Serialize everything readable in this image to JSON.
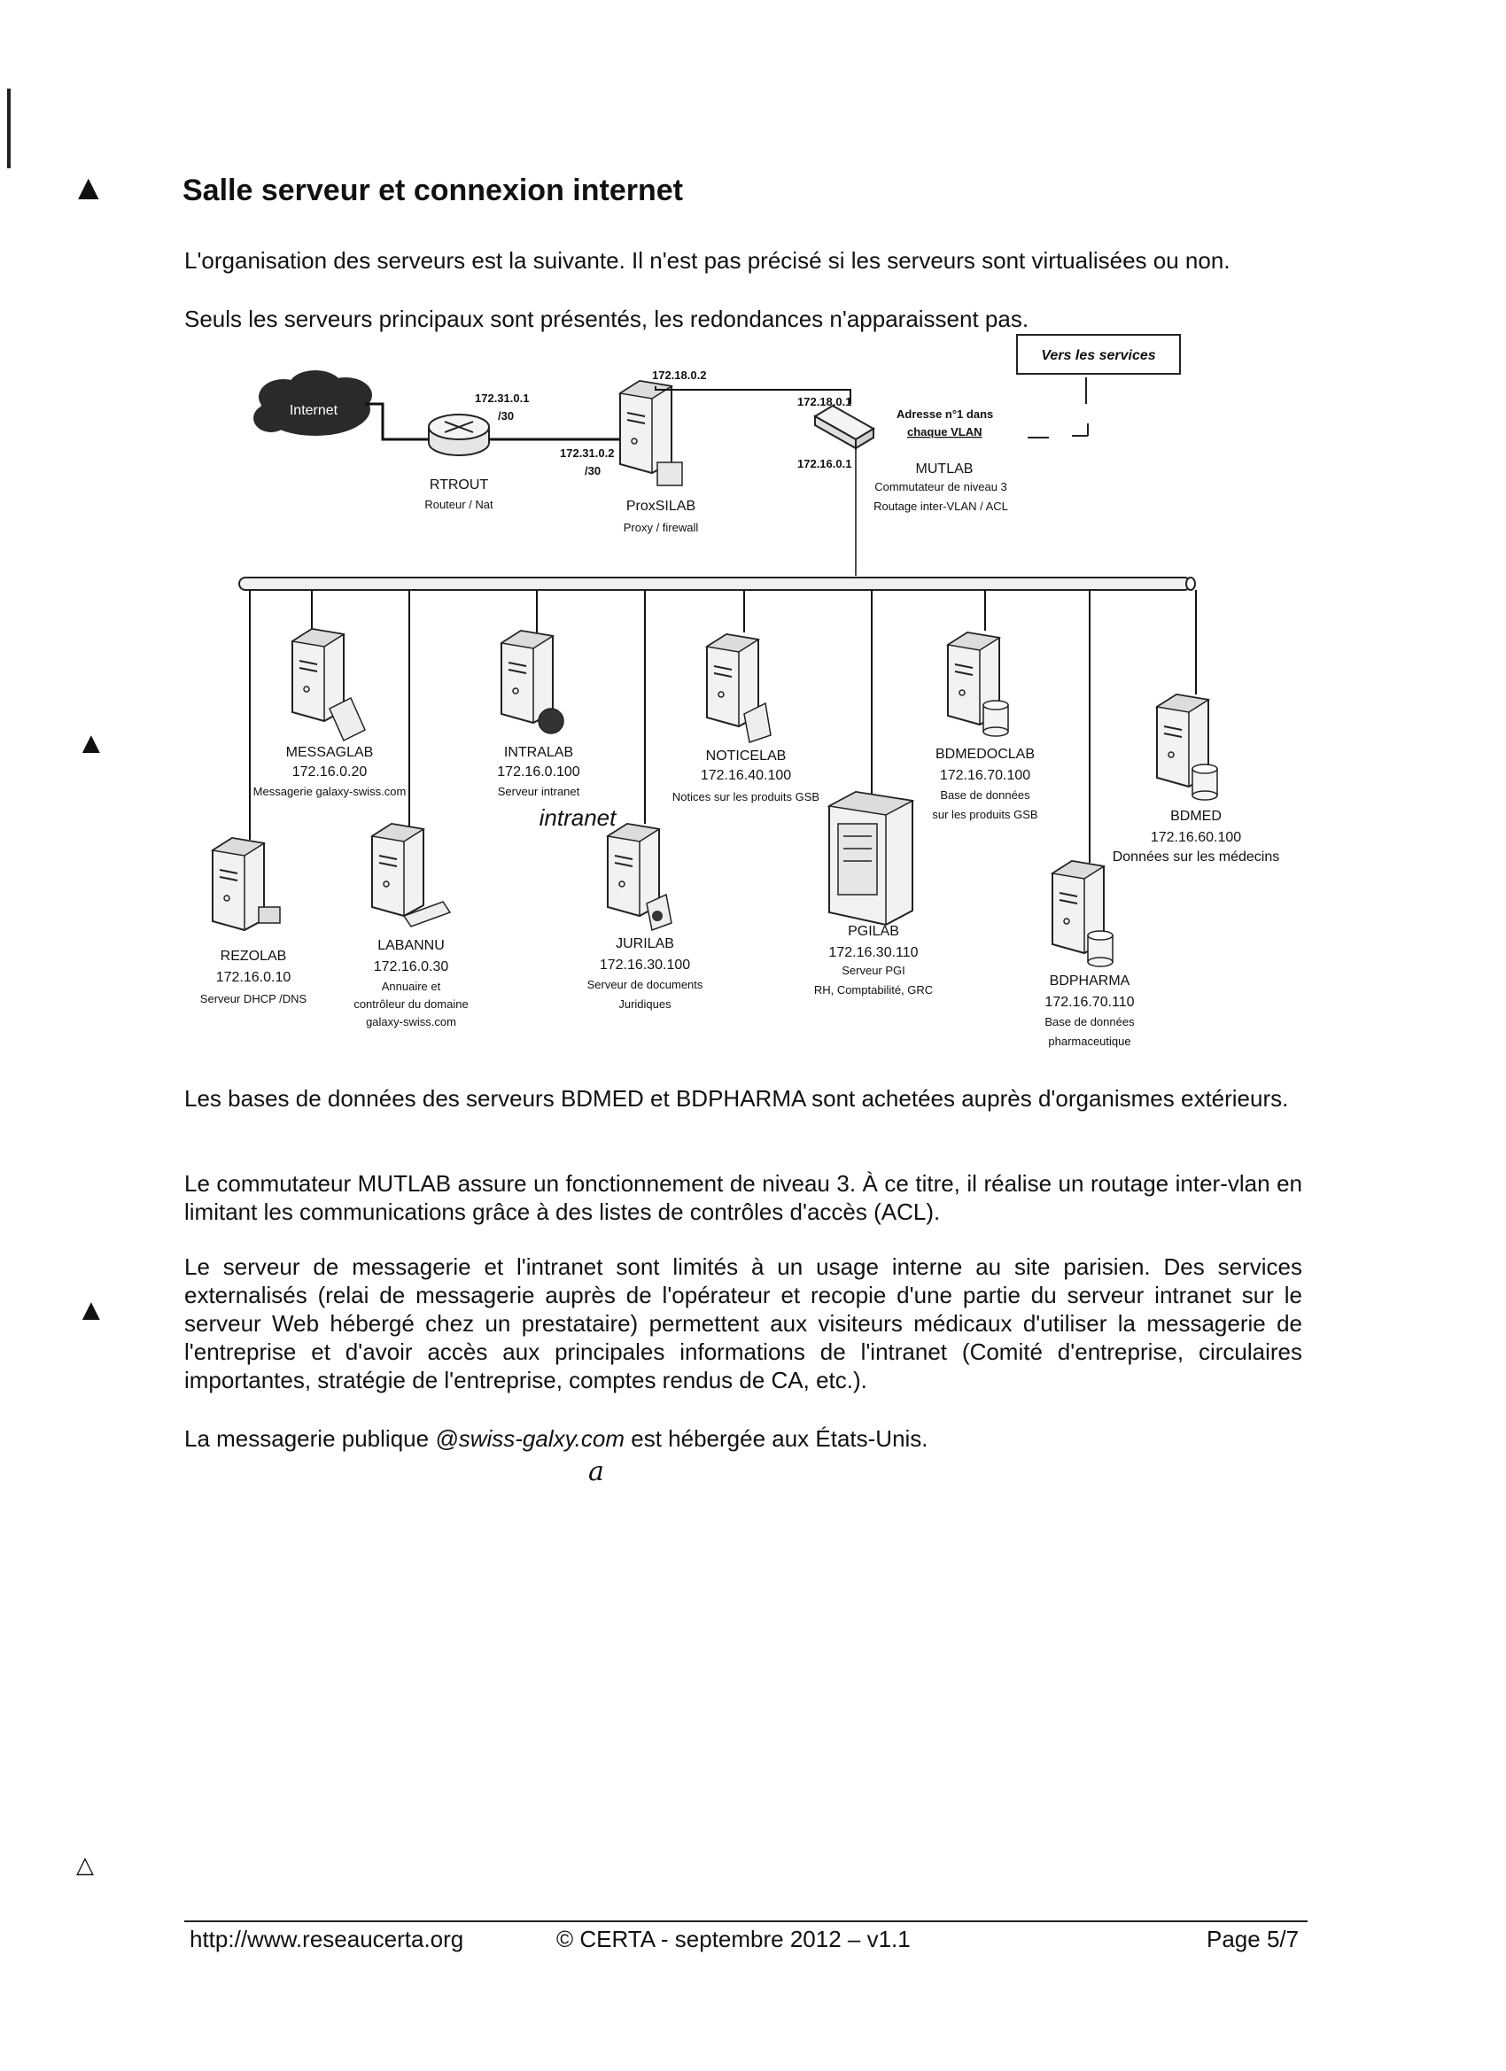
{
  "page": {
    "title": "Salle serveur et connexion internet",
    "intro": [
      "L'organisation des serveurs est la suivante. Il n'est pas précisé si les serveurs sont virtualisées ou non.",
      "Seuls les serveurs principaux sont présentés, les redondances n'apparaissent pas."
    ]
  },
  "diagram": {
    "internet": "Internet",
    "services_box": "Vers les services",
    "rtrout": {
      "name": "RTROUT",
      "desc": "Routeur / Nat",
      "ip1": "172.31.0.1",
      "mask1": "/30"
    },
    "proxsilab": {
      "name": "ProxSILAB",
      "desc": "Proxy / firewall",
      "ip_top": "172.18.0.2",
      "ip_left": "172.31.0.2",
      "mask_left": "/30"
    },
    "mutlab": {
      "name": "MUTLAB",
      "desc1": "Commutateur de niveau 3",
      "desc2": "Routage inter-VLAN / ACL",
      "ip_top": "172.18.0.1",
      "ip_bottom": "172.16.0.1",
      "note1": "Adresse n°1 dans",
      "note2": "chaque VLAN"
    },
    "servers": [
      {
        "key": "messaglab",
        "name": "MESSAGLAB",
        "ip": "172.16.0.20",
        "desc": [
          "Messagerie galaxy-swiss.com"
        ]
      },
      {
        "key": "intralab",
        "name": "INTRALAB",
        "ip": "172.16.0.100",
        "desc": [
          "Serveur intranet"
        ]
      },
      {
        "key": "noticelab",
        "name": "NOTICELAB",
        "ip": "172.16.40.100",
        "desc": [
          "Notices sur les produits GSB"
        ]
      },
      {
        "key": "bdmedoclab",
        "name": "BDMEDOCLAB",
        "ip": "172.16.70.100",
        "desc": [
          "Base de données",
          "sur les produits GSB"
        ]
      },
      {
        "key": "bdmed",
        "name": "BDMED",
        "ip": "172.16.60.100",
        "desc": [
          "Données sur les médecins"
        ]
      },
      {
        "key": "rezolab",
        "name": "REZOLAB",
        "ip": "172.16.0.10",
        "desc": [
          "Serveur DHCP /DNS"
        ]
      },
      {
        "key": "labannu",
        "name": "LABANNU",
        "ip": "172.16.0.30",
        "desc": [
          "Annuaire et",
          "contrôleur du domaine",
          "galaxy-swiss.com"
        ]
      },
      {
        "key": "jurilab",
        "name": "JURILAB",
        "ip": "172.16.30.100",
        "desc": [
          "Serveur de documents",
          "Juridiques"
        ]
      },
      {
        "key": "pgilab",
        "name": "PGILAB",
        "ip": "172.16.30.110",
        "desc": [
          "Serveur PGI",
          "RH, Comptabilité, GRC"
        ]
      },
      {
        "key": "bdpharma",
        "name": "BDPHARMA",
        "ip": "172.16.70.110",
        "desc": [
          "Base de données",
          "pharmaceutique"
        ]
      }
    ],
    "handwritten_intranet": "intranet"
  },
  "body": {
    "p1": "Les bases de données des serveurs BDMED et BDPHARMA sont achetées auprès d'organismes extérieurs.",
    "p2": "Le commutateur MUTLAB assure un fonctionnement de niveau 3. À ce titre, il réalise un routage inter-vlan en limitant les communications grâce à des listes de contrôles d'accès (ACL).",
    "p3": "Le serveur de messagerie et l'intranet sont limités à un usage interne au site parisien. Des services externalisés (relai de messagerie auprès de l'opérateur et recopie d'une partie du serveur intranet sur le serveur Web hébergé chez un prestataire) permettent aux visiteurs médicaux d'utiliser la messagerie de l'entreprise et d'avoir accès aux principales informations de l'intranet (Comité d'entreprise, circulaires importantes, stratégie de l'entreprise, comptes rendus de CA, etc.).",
    "p4_before": "La messagerie publique ",
    "p4_email": "@swiss-galxy.com",
    "p4_after": " est hébergée aux États-Unis.",
    "handwritten_a": "a"
  },
  "footer": {
    "url": "http://www.reseaucerta.org",
    "copyright": "© CERTA - septembre 2012 – v1.1",
    "page": "Page 5/7"
  }
}
